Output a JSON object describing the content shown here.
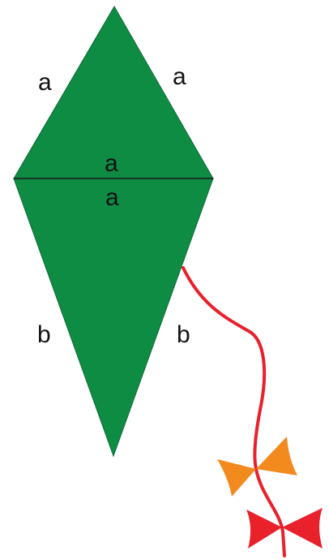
{
  "diagram": {
    "colors": {
      "kite_fill": "#0E8C43",
      "kite_edge": "#0A6B33",
      "diagonal": "#1a1a1a",
      "string": "#E8212B",
      "bow_orange": "#F28A1E",
      "bow_red": "#E8212B"
    },
    "labels": {
      "upper_left": "a",
      "upper_right": "a",
      "diagonal_top": "a",
      "diagonal_bottom": "a",
      "lower_left": "b",
      "lower_right": "b"
    }
  }
}
